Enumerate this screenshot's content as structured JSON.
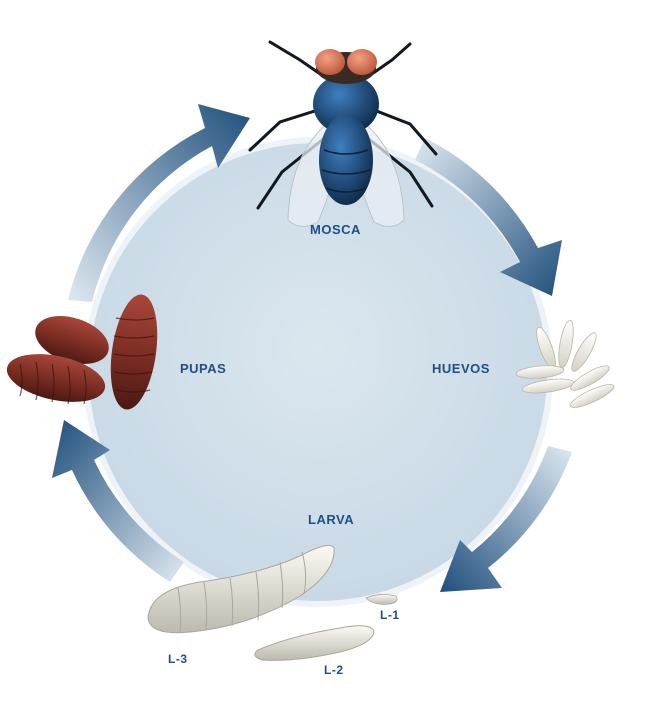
{
  "stages": {
    "fly": "MOSCA",
    "eggs": "HUEVOS",
    "larva": "LARVA",
    "pupae": "PUPAS"
  },
  "larval_instars": {
    "l1": "L-1",
    "l2": "L-2",
    "l3": "L-3"
  },
  "colors": {
    "circle_fill": "#d3e1eb",
    "arrow": "#1f4f7c",
    "label": "#1f4f86",
    "fly_body": "#1e4d80",
    "fly_eyes": "#e07a5a",
    "pupa": "#7a2c22",
    "egg": "#f3f1ea",
    "larva": "#e7e5da"
  },
  "icons": [
    "fly-icon",
    "eggs-icon",
    "larva-icon",
    "pupae-icon",
    "cycle-arrow-icon"
  ]
}
